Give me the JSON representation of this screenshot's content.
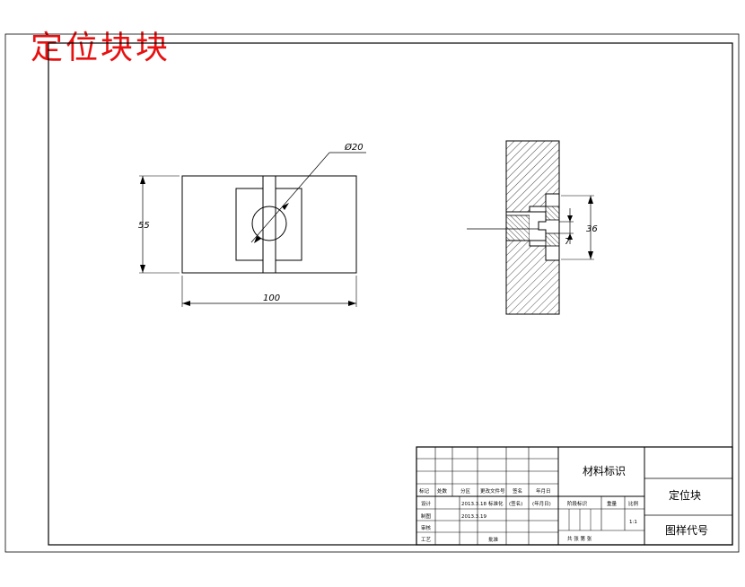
{
  "title_stamp": "定位块块",
  "dimensions": {
    "diameter": "Ø20",
    "height": "55",
    "width": "100",
    "slot": "36",
    "depth": "7"
  },
  "title_block": {
    "header_row": [
      "标记",
      "处数",
      "分区",
      "更改文件号",
      "签名",
      "年月日"
    ],
    "design_label": "设计",
    "design_date": "2013.3.18",
    "standardization_label": "标准化",
    "sign_placeholder": "(签名)",
    "date_placeholder": "(年月日)",
    "drawing_label": "制图",
    "drawing_date": "2013.3.19",
    "check_label": "审核",
    "process_label": "工艺",
    "approve_label": "批准",
    "material_label": "材料标识",
    "stage_label": "阶段标识",
    "weight_label": "重量",
    "scale_label": "比例",
    "scale_value": "1:1",
    "sheets_label": "共    张    第    张",
    "part_name": "定位块",
    "drawing_code_label": "图样代号"
  }
}
